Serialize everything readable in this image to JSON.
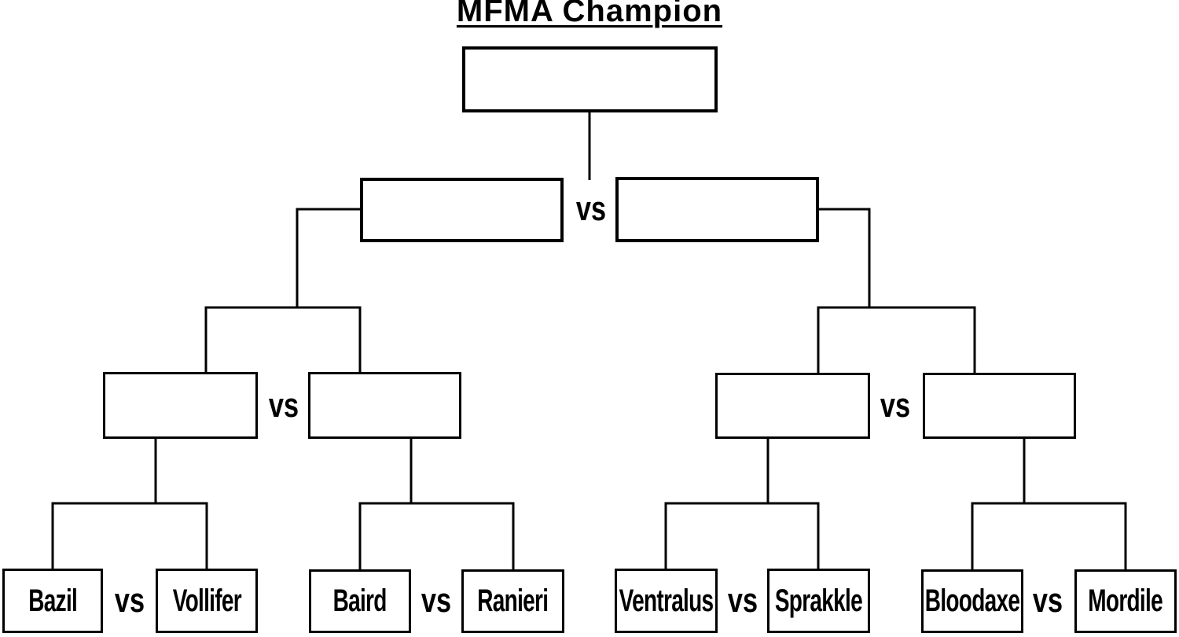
{
  "title": "MFMA Champion",
  "vs_label": "vs",
  "colors": {
    "line": "#000000",
    "background": "#ffffff",
    "text": "#000000"
  },
  "bracket": {
    "quarterfinal_pairs": [
      {
        "left": "Bazil",
        "right": "Vollifer"
      },
      {
        "left": "Baird",
        "right": "Ranieri"
      },
      {
        "left": "Ventralus",
        "right": "Sprakkle"
      },
      {
        "left": "Bloodaxe",
        "right": "Mordile"
      }
    ],
    "semifinal_boxes": {
      "left_1": "",
      "left_2": "",
      "right_1": "",
      "right_2": ""
    },
    "final_boxes": {
      "left": "",
      "right": ""
    },
    "champion_box": ""
  }
}
